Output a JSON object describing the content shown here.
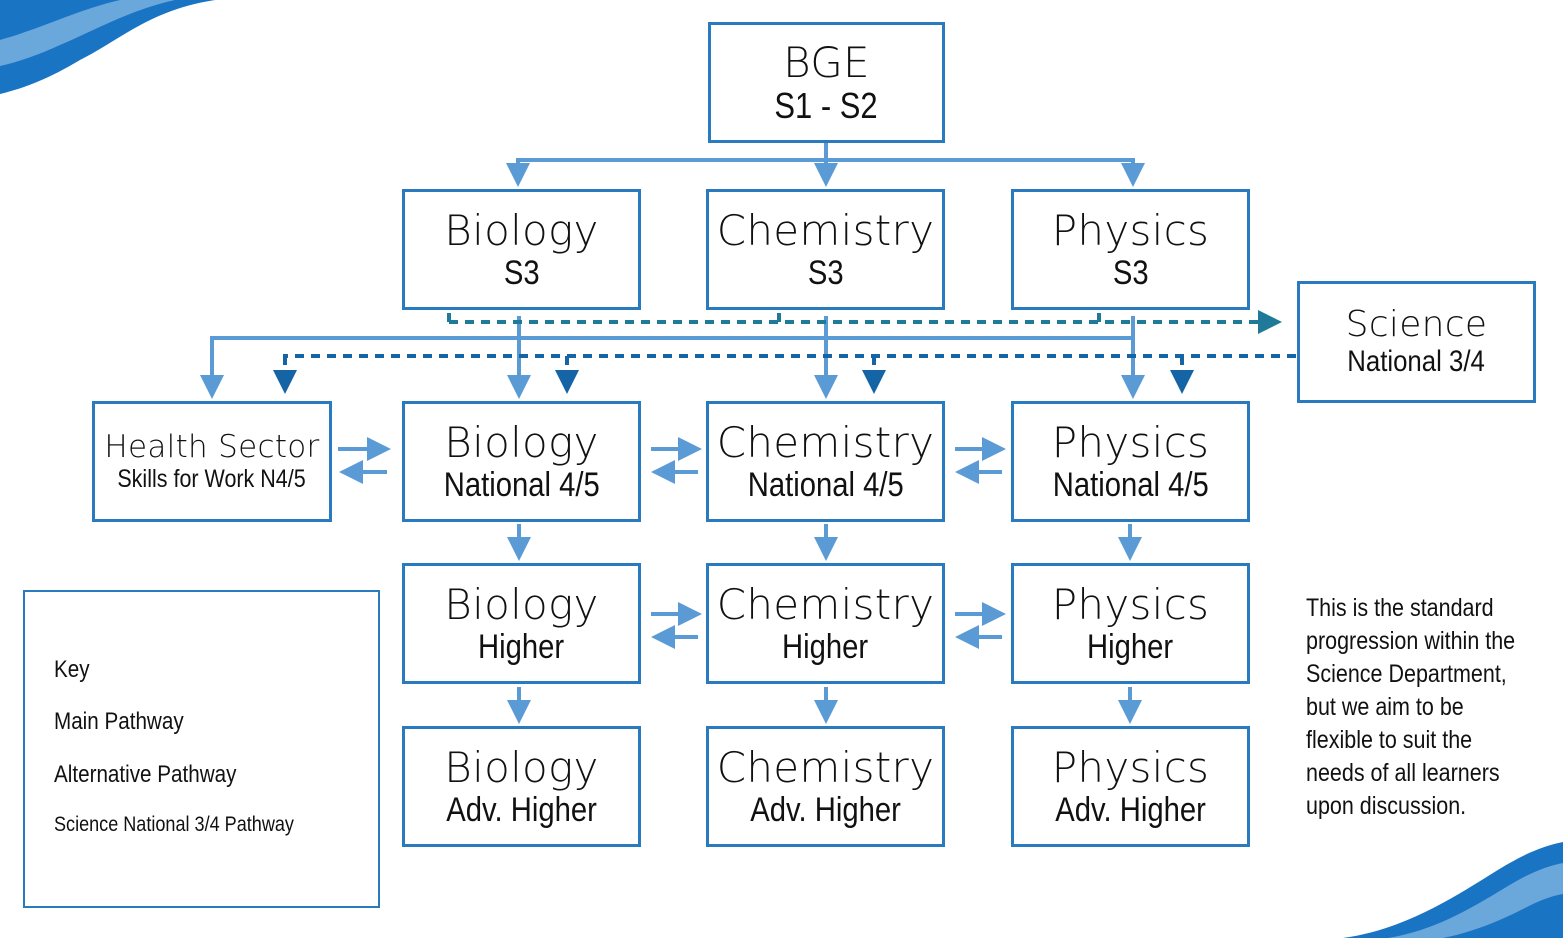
{
  "colors": {
    "border": "#2a7abf",
    "main_pathway": "#5b9bd5",
    "alternative_pathway": "#1f7a99",
    "science_pathway": "#1565a6",
    "wave_dark": "#1a74c4",
    "wave_light": "#6aa8db"
  },
  "bge": {
    "line1": "BGE",
    "line2": "S1 - S2"
  },
  "s3": {
    "biology": {
      "line1": "Biology",
      "line2": "S3"
    },
    "chemistry": {
      "line1": "Chemistry",
      "line2": "S3"
    },
    "physics": {
      "line1": "Physics",
      "line2": "S3"
    }
  },
  "science": {
    "line1": "Science",
    "line2": "National 3/4"
  },
  "health": {
    "line1": "Health Sector",
    "line2": "Skills for Work N4/5"
  },
  "national": {
    "biology": {
      "line1": "Biology",
      "line2": "National 4/5"
    },
    "chemistry": {
      "line1": "Chemistry",
      "line2": "National 4/5"
    },
    "physics": {
      "line1": "Physics",
      "line2": "National 4/5"
    }
  },
  "higher": {
    "biology": {
      "line1": "Biology",
      "line2": "Higher"
    },
    "chemistry": {
      "line1": "Chemistry",
      "line2": "Higher"
    },
    "physics": {
      "line1": "Physics",
      "line2": "Higher"
    }
  },
  "adv_higher": {
    "biology": {
      "line1": "Biology",
      "line2": "Adv. Higher"
    },
    "chemistry": {
      "line1": "Chemistry",
      "line2": "Adv. Higher"
    },
    "physics": {
      "line1": "Physics",
      "line2": "Adv. Higher"
    }
  },
  "key": {
    "title": "Key",
    "main": "Main Pathway",
    "alternative": "Alternative Pathway",
    "science": "Science National 3/4 Pathway"
  },
  "note": "This is the standard progression within the Science Department, but we aim to be flexible to suit the needs of all learners upon discussion."
}
